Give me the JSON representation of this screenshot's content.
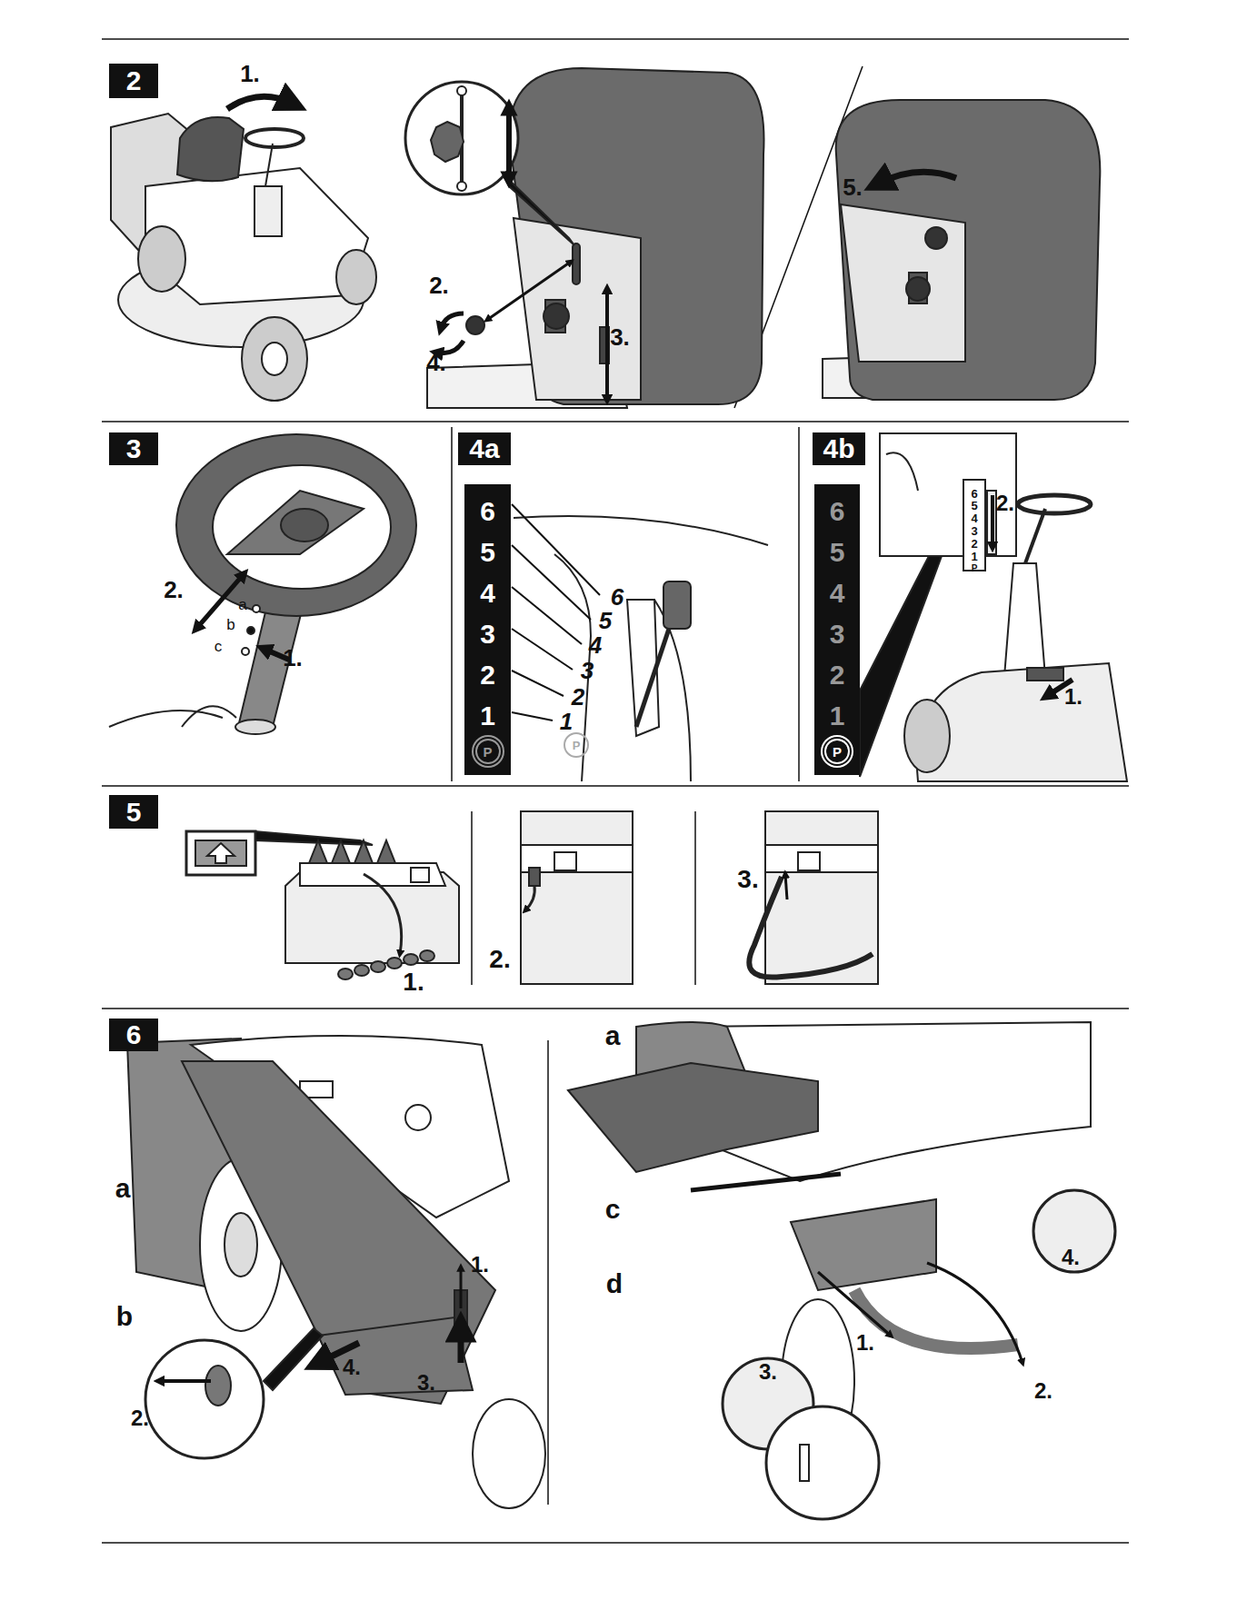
{
  "diagram": {
    "nodes": [
      {
        "text": [
          "2"
        ]
      },
      {
        "text": [
          "3"
        ]
      },
      {
        "text": [
          "4a"
        ]
      },
      {
        "text": [
          "6",
          "5",
          "4",
          "3",
          "2",
          "1",
          "P"
        ]
      },
      {
        "text": [
          "4b"
        ]
      },
      {
        "text": [
          "6",
          "5",
          "4",
          "3",
          "2",
          "1",
          "P"
        ]
      },
      {
        "text": [
          "5"
        ]
      },
      {
        "text": [
          "6"
        ]
      }
    ],
    "labels": [
      "1.",
      "2.",
      "4.",
      "3.",
      "5.",
      "2.",
      "a",
      "b",
      "c",
      "1.",
      "6",
      "5",
      "4",
      "3",
      "2",
      "1",
      "P",
      "6",
      "5",
      "4",
      "3",
      "2",
      "1",
      "P",
      "2.",
      "1.",
      "1.",
      "2.",
      "3.",
      "a",
      "b",
      "1.",
      "2.",
      "3.",
      "4.",
      "a",
      "c",
      "d",
      "1.",
      "2.",
      "3.",
      "4."
    ]
  }
}
